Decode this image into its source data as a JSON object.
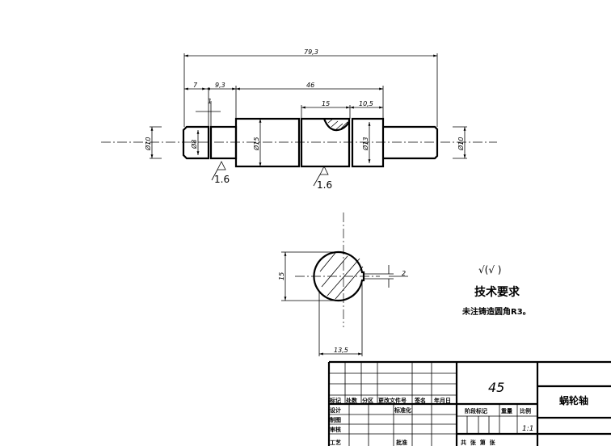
{
  "main_view": {
    "dimensions": {
      "overall_length": "79,3",
      "left_step": "7",
      "second_step": "9,3",
      "middle_length": "46",
      "keyway_length": "15",
      "right_step": "10,5",
      "groove_width": "1",
      "dia_left": "Ø10",
      "dia_neck": "Ø8",
      "dia_body": "Ø15",
      "dia_right_step": "Ø13",
      "dia_right": "Ø10"
    },
    "roughness": [
      "1.6",
      "1.6"
    ]
  },
  "section_view": {
    "diameter": "15",
    "flat_width": "13,5",
    "keyway_width": "2"
  },
  "notes": {
    "roughness_symbol": "√(√ )",
    "title": "技术要求",
    "text": "未注铸造圆角R3。"
  },
  "title_block": {
    "material": "45",
    "part_name": "蜗轮轴",
    "headers": [
      "标记",
      "处数",
      "分区",
      "更改文件号",
      "签名",
      "年月日"
    ],
    "rows": [
      "设计",
      "制图",
      "审核",
      "工艺"
    ],
    "standardization": "标准化",
    "approve": "批准",
    "stage_mark": "阶段标记",
    "weight": "重量",
    "scale_label": "比例",
    "scale": "1:1",
    "sheets": "共  张  第  张"
  }
}
